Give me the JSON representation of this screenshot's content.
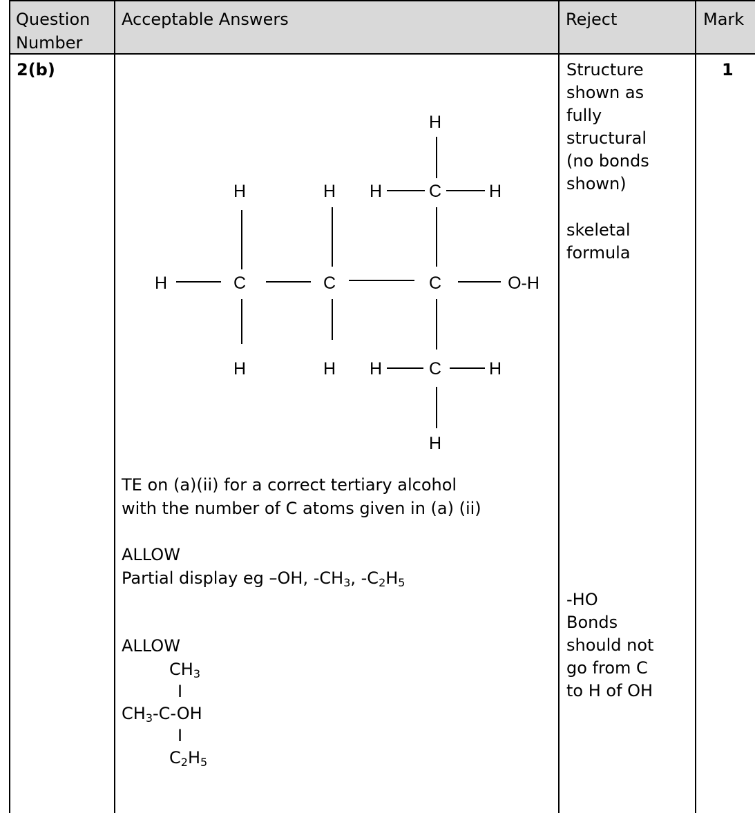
{
  "header": {
    "question_number": "Question\nNumber",
    "acceptable_answers": "Acceptable Answers",
    "reject": "Reject",
    "mark": "Mark"
  },
  "row": {
    "question": "2(b)",
    "mark": "1",
    "structure_atoms": {
      "H": "H",
      "C": "C",
      "OH": "O-H"
    },
    "te_line1": "TE on (a)(ii) for a correct tertiary alcohol",
    "te_line2": "with the number of C atoms given in (a) (ii)",
    "allow1": "ALLOW",
    "partial_display_prefix": "Partial display eg –OH, -CH",
    "partial_display_sub1": "3",
    "partial_display_mid": ", -C",
    "partial_display_sub2": "2",
    "partial_display_h": "H",
    "partial_display_sub3": "5",
    "allow2": "ALLOW",
    "condensed": {
      "top_ch": "CH",
      "top_sub": "3",
      "bar": "I",
      "middle_ch": "CH",
      "middle_sub": "3",
      "middle_rest": "-C-OH",
      "bottom_c": "C",
      "bottom_sub1": "2",
      "bottom_h": "H",
      "bottom_sub2": "5"
    },
    "reject_lines": [
      "Structure",
      "shown as",
      "fully",
      "structural",
      "(no bonds",
      "shown)"
    ],
    "reject_skeletal": [
      "skeletal",
      "formula"
    ],
    "reject_ho": [
      "-HO",
      "Bonds",
      "should not",
      "go from C",
      "to H of OH"
    ]
  }
}
